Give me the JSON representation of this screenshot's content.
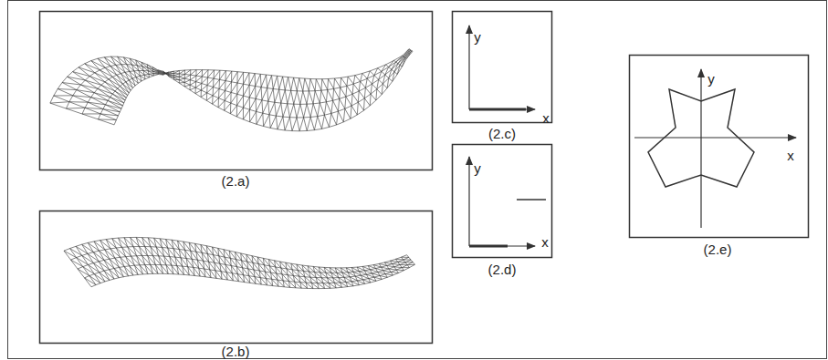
{
  "diagram": {
    "labels": [
      "(2.a)",
      "(2.b)",
      "y",
      "x",
      "(2.c)",
      "y",
      "x",
      "(2.d)",
      "y",
      "x",
      "(2.e)"
    ]
  }
}
